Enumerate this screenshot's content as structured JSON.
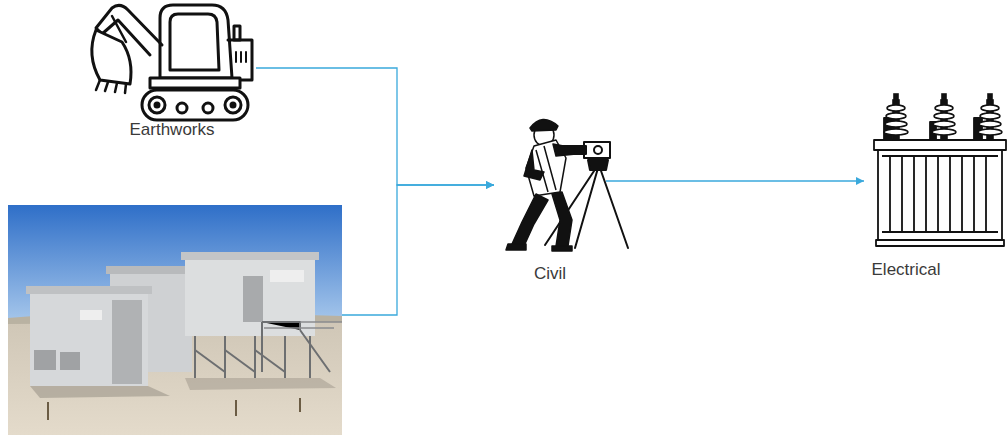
{
  "diagram": {
    "nodes": [
      {
        "text": [
          "Earthworks"
        ]
      },
      {
        "text": []
      },
      {
        "text": [
          "Civil"
        ]
      },
      {
        "text": [
          "Electrical"
        ]
      }
    ],
    "edges": [
      {
        "from": 0,
        "to": 2,
        "arrow": "to"
      },
      {
        "from": 1,
        "to": 2,
        "arrow": "to"
      },
      {
        "from": 2,
        "to": 3,
        "arrow": "to"
      }
    ]
  }
}
